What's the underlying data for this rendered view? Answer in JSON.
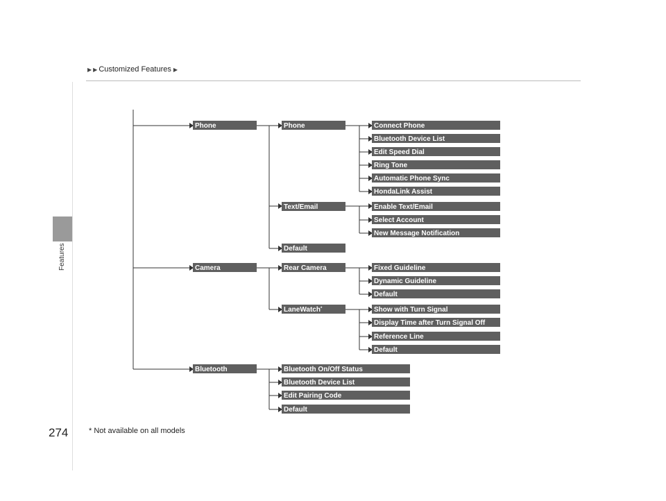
{
  "header": {
    "breadcrumb": "Customized Features"
  },
  "side_tab": {
    "label": "Features"
  },
  "page_number": "274",
  "footnote": "* Not available on all models",
  "menu_tree": {
    "level1": {
      "phone": "Phone",
      "camera": "Camera",
      "bluetooth": "Bluetooth"
    },
    "phone_group": {
      "phone": "Phone",
      "text_email": "Text/Email",
      "default": "Default"
    },
    "phone_items": [
      "Connect Phone",
      "Bluetooth Device List",
      "Edit Speed Dial",
      "Ring Tone",
      "Automatic Phone Sync",
      "HondaLink Assist"
    ],
    "text_email_items": [
      "Enable Text/Email",
      "Select Account",
      "New Message Notification"
    ],
    "camera_group": {
      "rear_camera": "Rear Camera",
      "lanewatch": "LaneWatch",
      "lanewatch_mark": "*"
    },
    "rear_camera_items": [
      "Fixed Guideline",
      "Dynamic Guideline",
      "Default"
    ],
    "lanewatch_items": [
      "Show with Turn Signal",
      "Display Time after Turn Signal Off",
      "Reference Line",
      "Default"
    ],
    "bluetooth_items": [
      "Bluetooth On/Off Status",
      "Bluetooth Device List",
      "Edit Pairing Code",
      "Default"
    ]
  }
}
